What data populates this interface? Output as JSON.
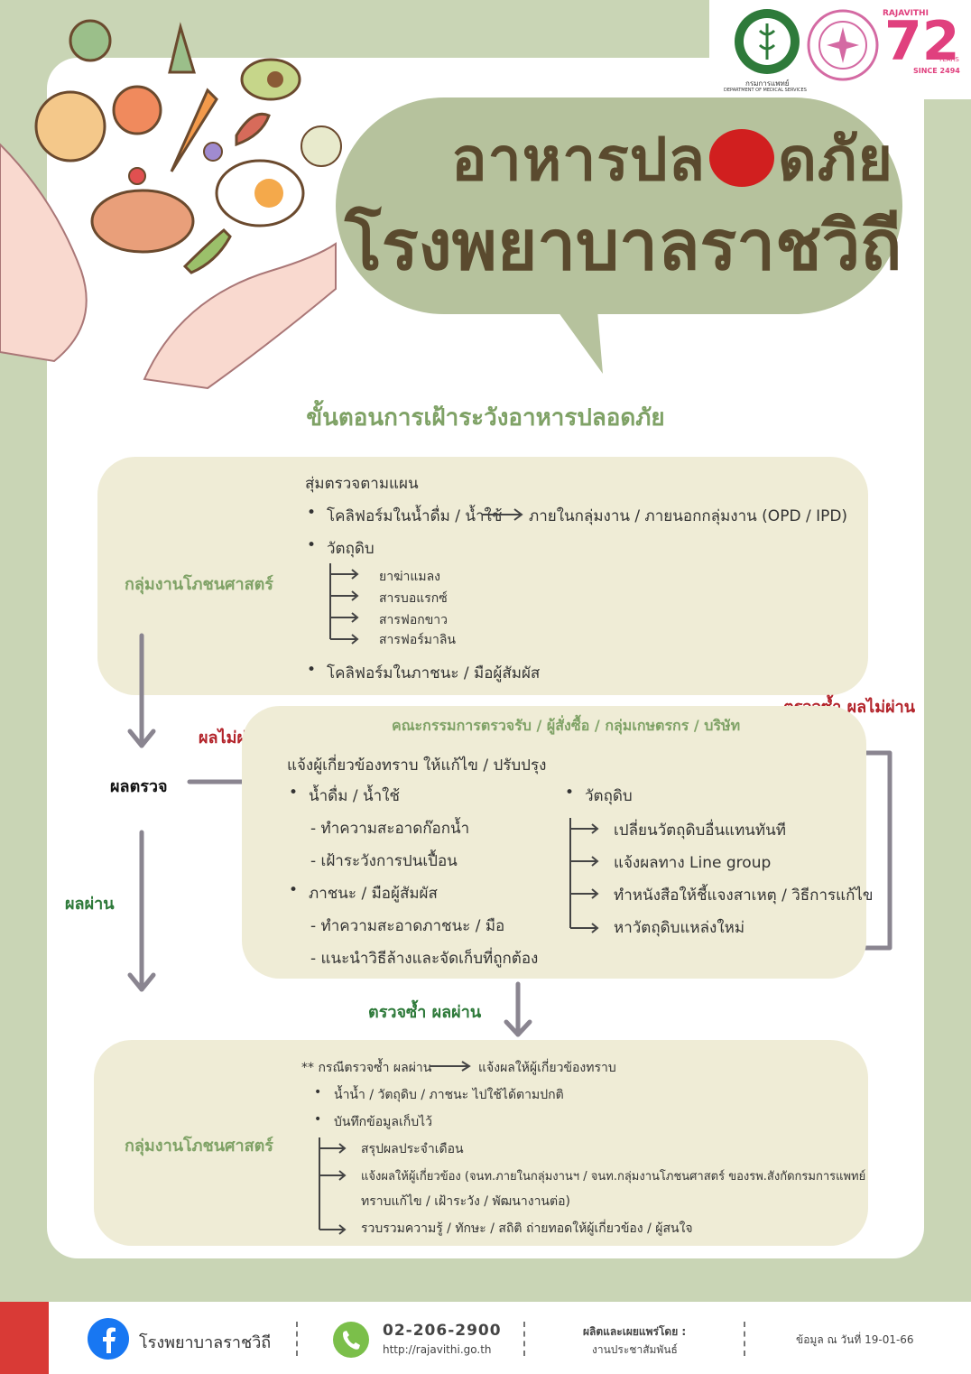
{
  "header": {
    "title_line1_part1": "อาหารปล",
    "title_line1_part2": "ดภัย",
    "title_line2": "โรงพยาบาลราชวิถี",
    "logo_dms_text": "กรมการแพทย์",
    "logo_dms_en": "DEPARTMENT OF MEDICAL SERVICES",
    "logo_72_top": "RAJAVITHI",
    "logo_72_num": "72",
    "logo_72_years": "YEARS",
    "logo_72_since": "SINCE 2494"
  },
  "subtitle": "ขั้นตอนการเฝ้าระวังอาหารปลอดภัย",
  "panel1": {
    "label": "กลุ่มงานโภชนศาสตร์",
    "heading": "สุ่มตรวจตามแผน",
    "b1_left": "โคลิฟอร์มในน้ำดื่ม / น้ำใช้",
    "b1_right": "ภายในกลุ่มงาน / ภายนอกกลุ่มงาน (OPD / IPD)",
    "b2": "วัตถุดิบ",
    "sub": [
      "ยาฆ่าแมลง",
      "สารบอแรกซ์",
      "สารฟอกขาว",
      "สารฟอร์มาลิน"
    ],
    "b3": "โคลิฟอร์มในภาชนะ / มือผู้สัมผัส"
  },
  "flow": {
    "result": "ผลตรวจ",
    "fail": "ผลไม่ผ่าน",
    "pass": "ผลผ่าน",
    "recheck_fail": "ตรวจซ้ำ ผลไม่ผ่าน",
    "recheck_pass": "ตรวจซ้ำ ผลผ่าน"
  },
  "panel2": {
    "heading": "คณะกรรมการตรวจรับ / ผู้สั่งซื้อ / กลุ่มเกษตรกร / บริษัท",
    "notify": "แจ้งผู้เกี่ยวข้องทราบ ให้แก้ไข / ปรับปรุง",
    "left_b1": "น้ำดื่ม / น้ำใช้",
    "left_b1_items": [
      "- ทำความสะอาดก๊อกน้ำ",
      "- เฝ้าระวังการปนเปื้อน"
    ],
    "left_b2": "ภาชนะ / มือผู้สัมผัส",
    "left_b2_items": [
      "- ทำความสะอาดภาชนะ / มือ",
      "- แนะนำวิธีล้างและจัดเก็บที่ถูกต้อง"
    ],
    "right_b": "วัตถุดิบ",
    "right_items": [
      "เปลี่ยนวัตถุดิบอื่นแทนทันที",
      "แจ้งผลทาง Line group",
      "ทำหนังสือให้ชี้แจงสาเหตุ / วิธีการแก้ไข",
      "หาวัตถุดิบแหล่งใหม่"
    ]
  },
  "panel3": {
    "label": "กลุ่มงานโภชนศาสตร์",
    "case_left": "** กรณีตรวจซ้ำ ผลผ่าน",
    "case_right": "แจ้งผลให้ผู้เกี่ยวข้องทราบ",
    "b1": "น้ำน้ำ / วัตถุดิบ / ภาชนะ ไปใช้ได้ตามปกติ",
    "b2": "บันทึกข้อมูลเก็บไว้",
    "items": [
      "สรุปผลประจำเดือน",
      "แจ้งผลให้ผู้เกี่ยวข้อง (จนท.ภายในกลุ่มงานฯ / จนท.กลุ่มงานโภชนศาสตร์ ของรพ.สังกัดกรมการแพทย์",
      "ทราบแก้ไข / เฝ้าระวัง / พัฒนางานต่อ)",
      "รวบรวมความรู้ / ทักษะ / สถิติ ถ่ายทอดให้ผู้เกี่ยวข้อง / ผู้สนใจ"
    ]
  },
  "footer": {
    "facebook_name": "โรงพยาบาลราชวิถี",
    "phone": "02-206-2900",
    "url": "http://rajavithi.go.th",
    "produced_by": "ผลิตและเผยแพร่โดย :",
    "producer": "งานประชาสัมพันธ์",
    "date": "ข้อมูล ณ วันที่ 19-01-66"
  },
  "colors": {
    "bg": "#c9d5b5",
    "panel": "#efecd6",
    "accent_green": "#7fa266",
    "dark_text": "#5a4a2e",
    "red": "#b3242b"
  }
}
